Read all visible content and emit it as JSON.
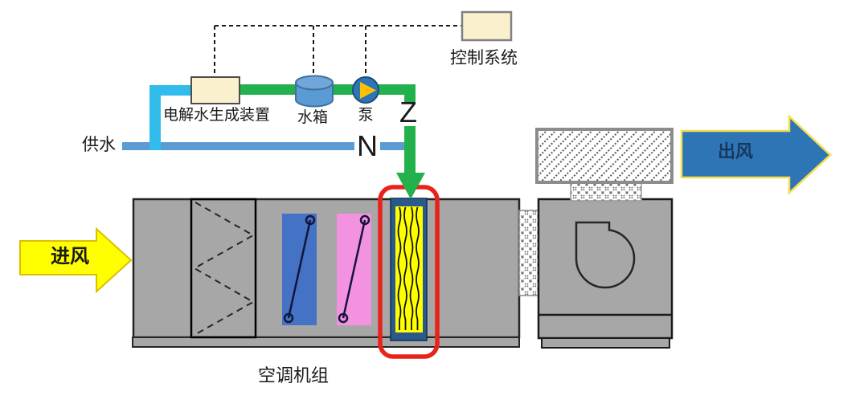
{
  "labels": {
    "control_system": "控制系统",
    "electrolyzer": "电解水生成装置",
    "water_tank": "水箱",
    "pump": "泵",
    "water_supply": "供水",
    "air_inlet": "进风",
    "air_outlet": "出风",
    "ahu": "空调机组",
    "green_pipe_break_mark": "Z",
    "supply_pipe_break_mark": "N"
  },
  "colors": {
    "unit_gray": "#A7A7A7",
    "pipe_green": "#22B14C",
    "pipe_cyan": "#32BCEC",
    "supply_blue": "#5B9BD5",
    "panel_blue": "#4472C4",
    "panel_pink": "#F392E0",
    "humidifier_yellow": "#FFFF00",
    "humidifier_frame": "#2A5A8C",
    "highlight_red": "#E8231A",
    "arrow_in_yellow": "#FFFF00",
    "arrow_out_blue": "#2E75B6",
    "box_cream": "#FBF0CE",
    "pump_gold": "#FFC000",
    "outlet_text": "#17375E"
  }
}
